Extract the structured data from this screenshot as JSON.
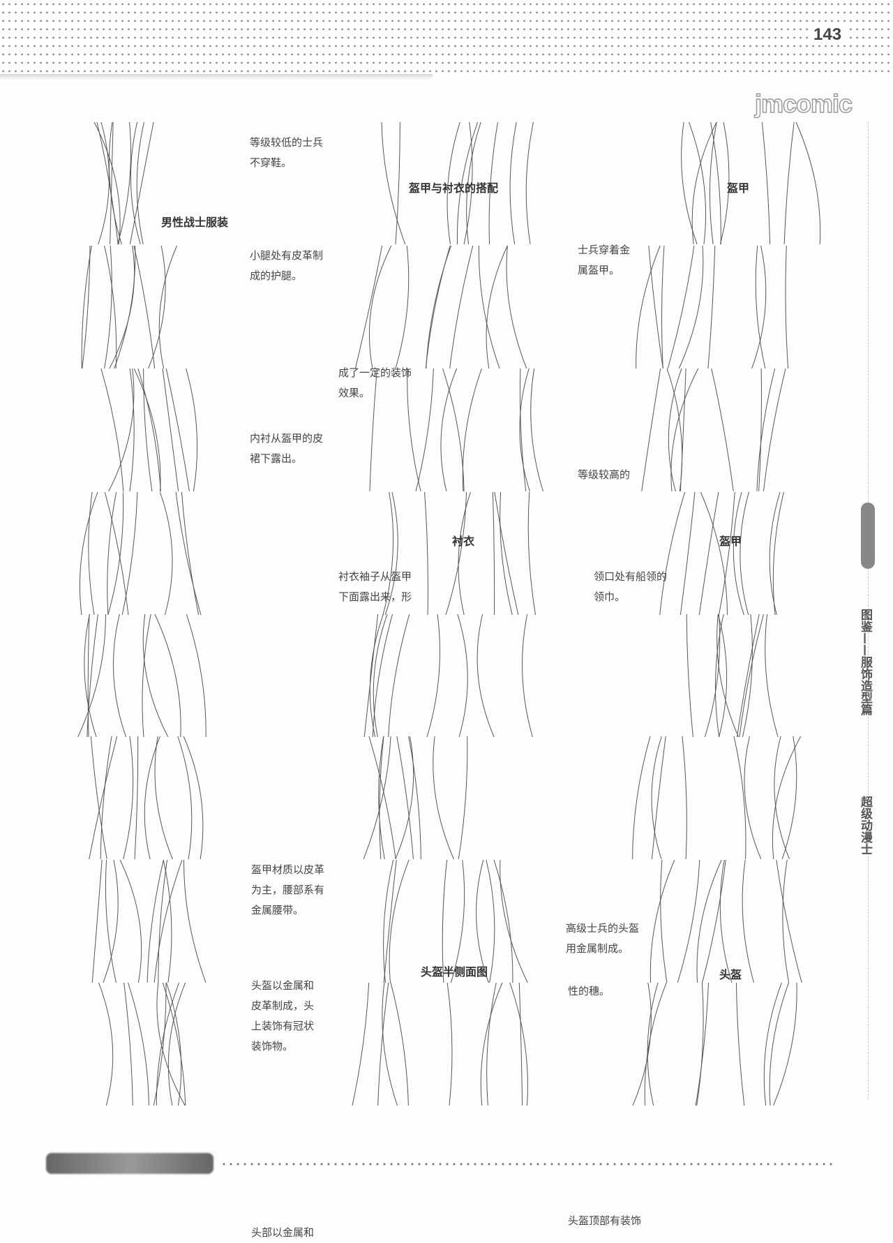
{
  "page_number": "143",
  "watermark": "jmcomic",
  "side_labels": {
    "section": "图鉴——服饰造型篇",
    "series": "超级动漫士"
  },
  "annotations": {
    "barefoot": [
      "等级较低的士兵",
      "不穿鞋。"
    ],
    "greaves": [
      "小腿处有皮革制",
      "成的护腿。"
    ],
    "metal_armor": [
      "士兵穿着金",
      "属盔甲。"
    ],
    "decor_effect": [
      "成了一定的装饰",
      "效果。"
    ],
    "lining": [
      "内衬从盔甲的皮",
      "裙下露出。"
    ],
    "higher_rank": [
      "等级较高的"
    ],
    "sleeves": [
      "衬衣袖子从盔甲",
      "下面露出来，形"
    ],
    "collar": [
      "领口处有船领的",
      "领巾。"
    ],
    "material": [
      "盔甲材质以皮革",
      "为主，腰部系有",
      "金属腰带。"
    ],
    "metal_helmet": [
      "高级士兵的头盔",
      "用金属制成。"
    ],
    "helmet_material": [
      "头盔以金属和",
      "皮革制成，头",
      "上装饰有冠状",
      "装饰物。"
    ],
    "tassel": [
      "性的穗。"
    ],
    "helmet_top": [
      "头盔顶部有装饰"
    ],
    "head_partial": [
      "头部以金属和"
    ]
  },
  "captions": {
    "armor_shirt": "盔甲与衬衣的搭配",
    "armor1": "盔甲",
    "male_warrior": "男性战士服装",
    "shirt": "衬衣",
    "armor2": "盔甲",
    "helmet_half_side": "头盔半侧面图",
    "helmet": "头盔"
  }
}
